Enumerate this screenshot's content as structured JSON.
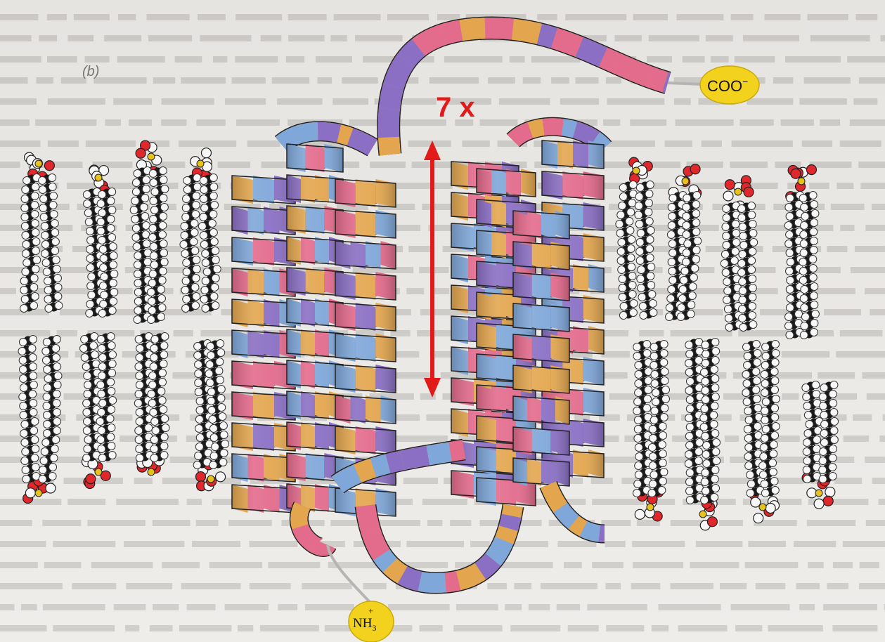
{
  "figure": {
    "panel_label": "(b)",
    "multiplier_label": "7 x",
    "n_terminus_label": "NH",
    "n_terminus_sub": "3",
    "n_terminus_sup": "+",
    "c_terminus_label": "COO",
    "c_terminus_sup": "−"
  },
  "colors": {
    "orange": "#e3a64f",
    "purple": "#8a6fc4",
    "pink": "#e36b8c",
    "blue": "#7fa7d9",
    "inner": "#9c4f30",
    "arrow": "#e21a1a",
    "terminal_fill": "#f2d21c",
    "lipid_carbon": "#1a1a1a",
    "lipid_hydrogen": "#f7f7f7",
    "lipid_oxygen": "#e0282c"
  }
}
